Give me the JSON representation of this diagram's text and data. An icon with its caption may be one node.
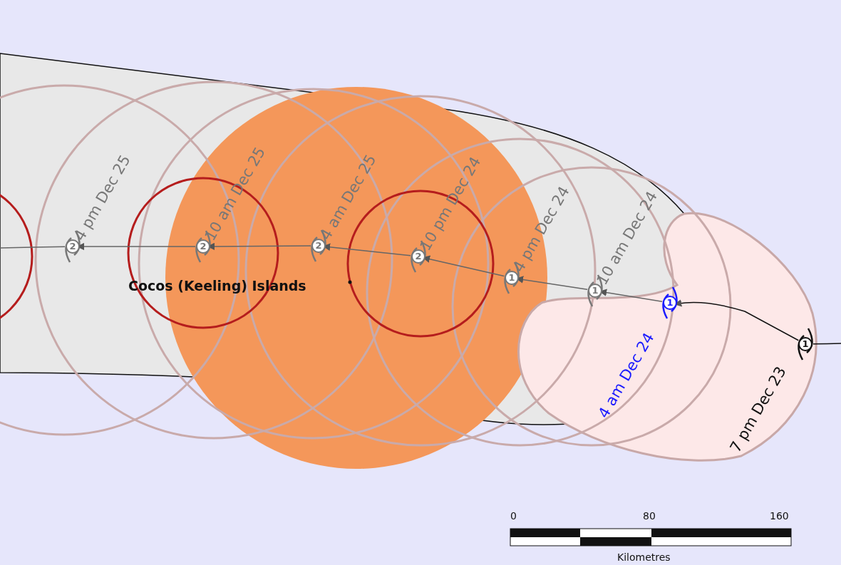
{
  "diagram": {
    "nodes": [
      {
        "text": [
          "1"
        ],
        "beside": [
          "7 pm Dec 23"
        ]
      },
      {
        "text": [
          "1"
        ],
        "beside": [
          "4 am Dec 24"
        ]
      },
      {
        "text": [
          "1"
        ],
        "beside": [
          "10 am Dec 24"
        ]
      },
      {
        "text": [
          "1"
        ],
        "beside": [
          "4 pm Dec 24"
        ]
      },
      {
        "text": [
          "2"
        ],
        "beside": [
          "10 pm Dec 24"
        ]
      },
      {
        "text": [
          "2"
        ],
        "beside": [
          "4 am Dec 25"
        ]
      },
      {
        "text": [
          "2"
        ],
        "beside": [
          "10 am Dec 25"
        ]
      },
      {
        "text": [
          "2"
        ],
        "beside": [
          "4 pm Dec 25"
        ]
      }
    ],
    "edges": [
      {
        "from": null,
        "to": 0,
        "arrow": "none"
      },
      {
        "from": 0,
        "to": 1,
        "arrow": "to"
      },
      {
        "from": 1,
        "to": 2,
        "arrow": "to"
      },
      {
        "from": 2,
        "to": 3,
        "arrow": "to"
      },
      {
        "from": 3,
        "to": 4,
        "arrow": "to"
      },
      {
        "from": 4,
        "to": 5,
        "arrow": "to"
      },
      {
        "from": 5,
        "to": 6,
        "arrow": "to"
      },
      {
        "from": 6,
        "to": 7,
        "arrow": "to"
      },
      {
        "from": 7,
        "to": null,
        "arrow": "none"
      }
    ],
    "labels": [
      "Cocos (Keeling) Islands",
      "0",
      "80",
      "160",
      "Kilometres"
    ]
  }
}
